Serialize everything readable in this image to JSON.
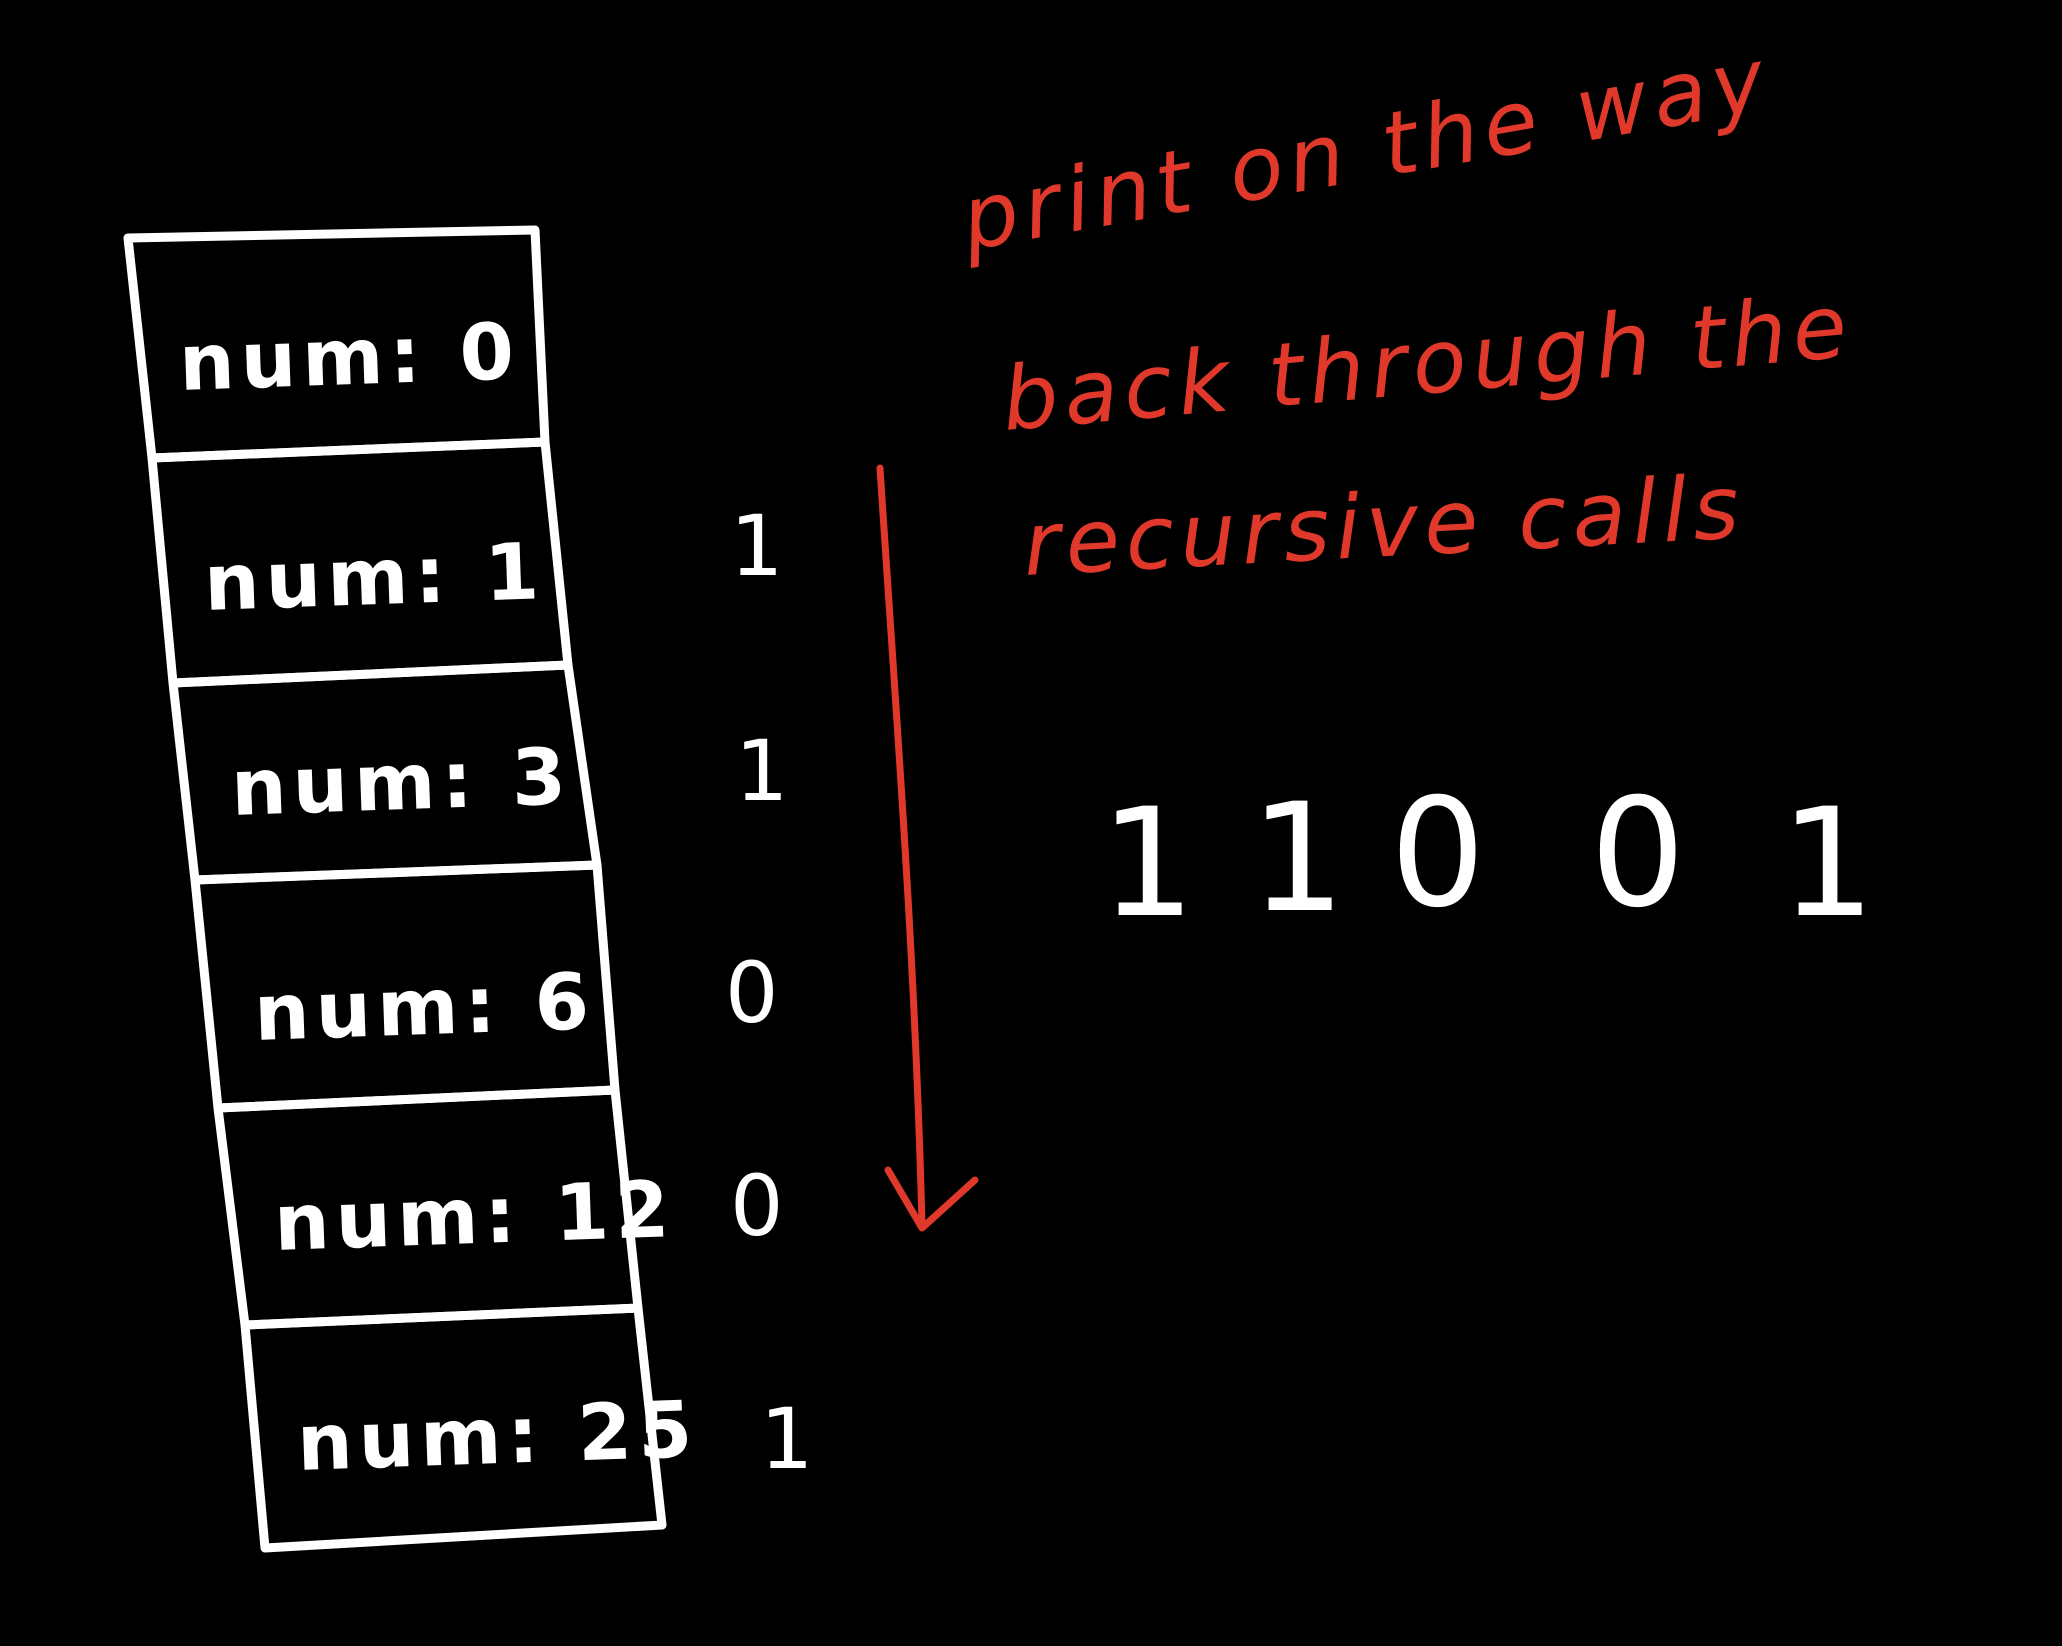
{
  "colors": {
    "background": "#000000",
    "ink": "#ffffff",
    "annotation": "#e0392b"
  },
  "stack_frames": [
    {
      "label": "num: 0"
    },
    {
      "label": "num: 1"
    },
    {
      "label": "num: 3"
    },
    {
      "label": "num: 6"
    },
    {
      "label": "num: 12"
    },
    {
      "label": "num: 25"
    }
  ],
  "printed_bits": [
    {
      "bit": "1"
    },
    {
      "bit": "1"
    },
    {
      "bit": "0"
    },
    {
      "bit": "0"
    },
    {
      "bit": "1"
    }
  ],
  "annotation": {
    "lines": [
      "print on the way",
      "back through the",
      "recursive calls"
    ]
  },
  "result": {
    "digits": [
      "1",
      "1",
      "0",
      "0",
      "1"
    ]
  }
}
